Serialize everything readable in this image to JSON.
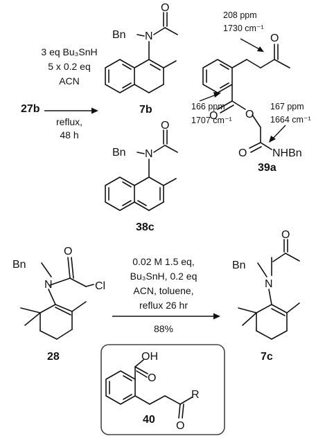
{
  "reaction_1": {
    "reactant": "27b",
    "conditions": [
      "3 eq Bu₃SnH",
      "5 x 0.2 eq",
      "ACN",
      "reflux,",
      "48 h"
    ],
    "products": [
      "7b",
      "38c",
      "39a"
    ]
  },
  "annotations": {
    "ketone_ppm": "208 ppm",
    "ketone_ir": "1730 cm⁻¹",
    "ester_ppm": "166 ppm",
    "ester_ir": "1707 cm⁻¹",
    "amide_ppm": "167 ppm",
    "amide_ir": "1664 cm⁻¹"
  },
  "reaction_2": {
    "reactant": "28",
    "conditions": [
      "0.02 M 1.5 eq,",
      "Bu₃SnH, 0.2 eq",
      "ACN, toluene,",
      "reflux 26 hr"
    ],
    "yield": "88%",
    "product": "7c"
  },
  "boxed_structure": {
    "label": "40"
  },
  "atom_labels": {
    "bn": "Bn",
    "n": "N",
    "o": "O",
    "oh": "OH",
    "cl": "Cl",
    "r": "R",
    "nhbn": "NHBn"
  }
}
